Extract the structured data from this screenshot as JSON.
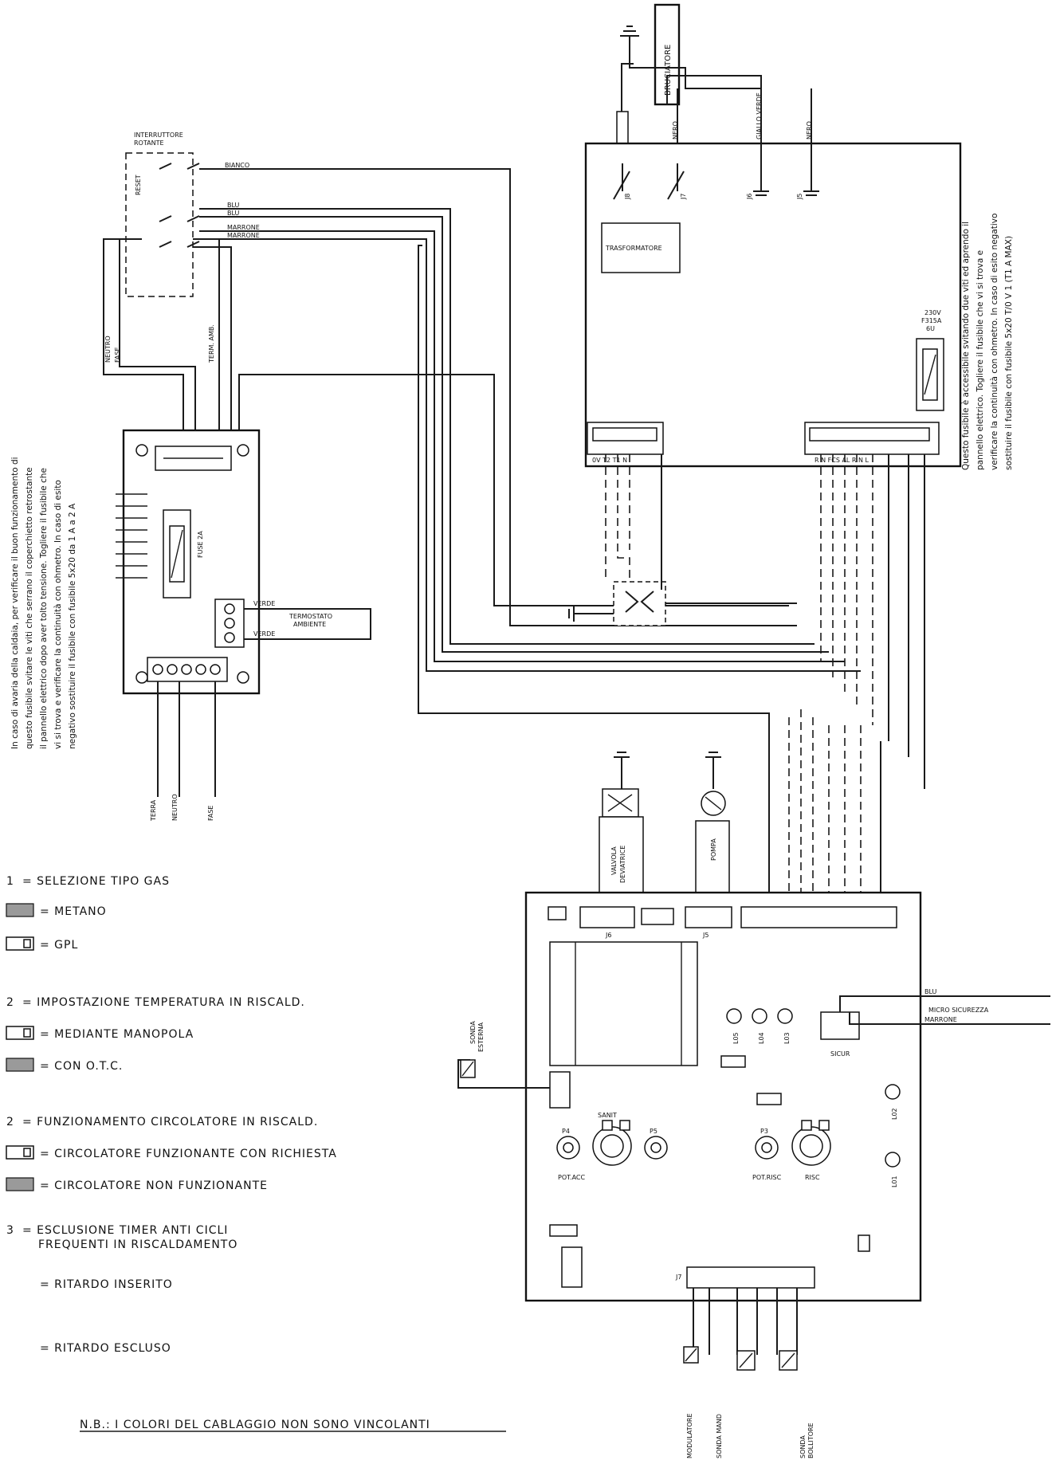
{
  "labels": {
    "bruciatore": "BRUCIATORE",
    "interruttore_line1": "INTERRUTTORE",
    "interruttore_line2": "ROTANTE",
    "reset": "RESET",
    "trasformatore": "TRASFORMATORE",
    "fuse_pcb": "FUSE 2A",
    "termostato_line1": "TERMOSTATO",
    "termostato_line2": "AMBIENTE",
    "fuse_main_line1": "230V",
    "fuse_main_line2": "F315A",
    "fuse_main_line3": "6U",
    "valvola_line1": "VALVOLA",
    "valvola_line2": "DEVIATRICE",
    "pompa": "POMPA",
    "sonda_esterna_line1": "SONDA",
    "sonda_esterna_line2": "ESTERNA",
    "micro_sicurezza": "MICRO SICUREZZA",
    "pot_acc": "POT.ACC",
    "pot_risc": "POT.RISC",
    "risc": "RISC",
    "sanit": "SANIT",
    "j6": "J6",
    "j5": "J5",
    "j7": "J7",
    "modulatore": "MODULATORE",
    "sonda_mand": "SONDA MAND",
    "sonda_bollitore_line1": "SONDA",
    "sonda_bollitore_line2": "BOLLITORE",
    "terra": "TERRA",
    "neutro": "NEUTRO",
    "fase": "FASE",
    "blu": "BLU",
    "marrone": "MARRONE",
    "bianco": "BIANCO",
    "verde": "VERDE",
    "nero": "NERO",
    "giallo_verde": "GIALLO VERDE",
    "term_amb": "TERM. AMB.",
    "neutro_fase_lbl": "NEUTRO FASE",
    "conn_left_pins": "0V  T2  T1  N",
    "conn_right_pins": "R  N  FCS AL  R  N  L",
    "p4": "P4",
    "p5": "P5",
    "p3": "P3",
    "l05": "L05",
    "l04": "L04",
    "l03": "L03",
    "l02": "L02",
    "l01": "L01"
  },
  "notes": {
    "right_fuse": [
      "Questo fusibile è accessibile svitando due viti ed aprendo il",
      "pannello elettrico. Togliere il fusibile che vi si trova e",
      "verificare la continuità con ohmetro. In caso di esito negativo",
      "sostituire il fusibile con fusibile 5x20 T/0 V 1 (T1 A MAX)"
    ],
    "left_fuse": [
      "In caso di avaria della caldaia, per verificare il buon funzionamento di",
      "questo fusibile svitare le viti che serrano il coperchietto retrostante",
      "il pannello elettrico dopo aver tolto tensione. Togliere il fusibile che",
      "vi si trova e verificare la continuità con ohmetro. In caso di esito",
      "negativo sostituire il fusibile con fusibile 5x20 da 1 A a 2 A"
    ]
  },
  "legend": [
    {
      "code": "1",
      "text": "= SELEZIONE TIPO GAS"
    },
    {
      "code": "",
      "text": "= METANO"
    },
    {
      "code": "",
      "text": "= GPL"
    },
    {
      "code": "2",
      "text": "= IMPOSTAZIONE TEMPERATURA IN RISCALD."
    },
    {
      "code": "",
      "text": "= MEDIANTE MANOPOLA"
    },
    {
      "code": "",
      "text": "= CON O.T.C."
    },
    {
      "code": "2",
      "text": "= FUNZIONAMENTO CIRCOLATORE IN RISCALD."
    },
    {
      "code": "",
      "text": "= CIRCOLATORE FUNZIONANTE CON RICHIESTA"
    },
    {
      "code": "",
      "text": "= CIRCOLATORE NON FUNZIONANTE"
    },
    {
      "code": "3",
      "text": "= ESCLUSIONE TIMER ANTI CICLI"
    },
    {
      "code": "",
      "text": "FREQUENTI IN RISCALDAMENTO"
    },
    {
      "code": "",
      "text": "= RITARDO INSERITO"
    },
    {
      "code": "",
      "text": "= RITARDO ESCLUSO"
    }
  ],
  "footnote": "N.B.: I COLORI DEL CABLAGGIO NON SONO VINCOLANTI"
}
